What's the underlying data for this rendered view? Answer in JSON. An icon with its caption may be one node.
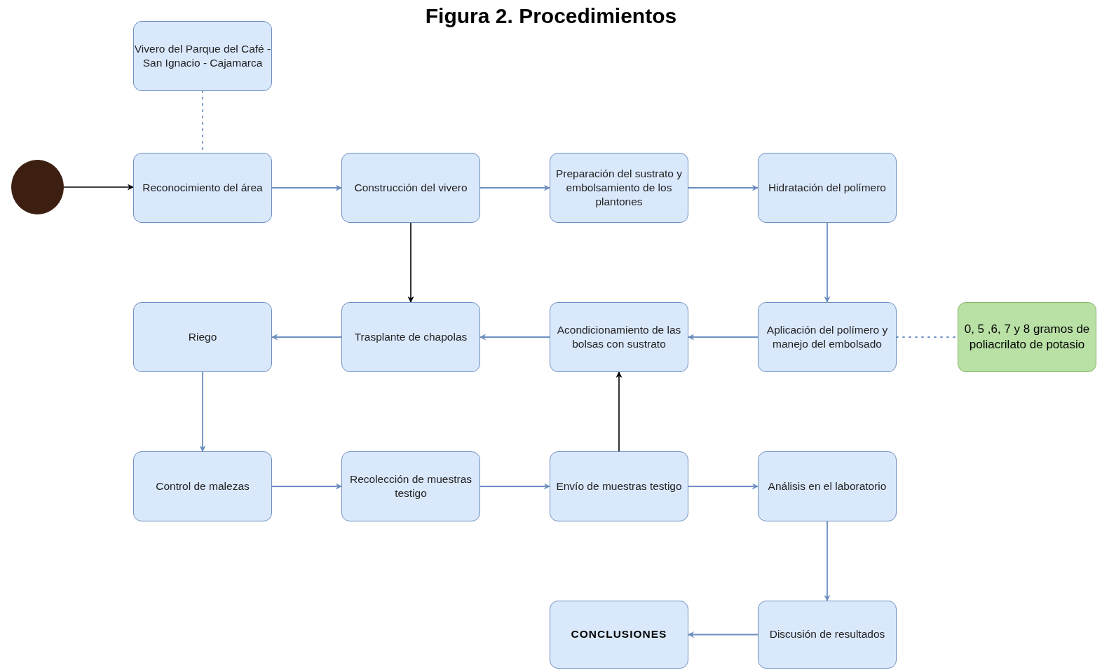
{
  "diagram": {
    "title": "Figura 2. Procedimientos",
    "nodes": [
      {
        "text": [
          "Vivero del Parque del Café - San Ignacio - Cajamarca"
        ]
      },
      {
        "text": [],
        "shape": "circle"
      },
      {
        "text": [
          "Reconocimiento del área"
        ]
      },
      {
        "text": [
          "Construcción del vivero"
        ]
      },
      {
        "text": [
          "Preparación del sustrato y embolsamiento de los plantones"
        ]
      },
      {
        "text": [
          "Hidratación del polímero"
        ]
      },
      {
        "text": [
          "Riego"
        ]
      },
      {
        "text": [
          "Trasplante de chapolas"
        ]
      },
      {
        "text": [
          "Acondicionamiento de las bolsas con sustrato"
        ]
      },
      {
        "text": [
          "Aplicación del polímero y manejo del embolsado"
        ]
      },
      {
        "text": [
          "0, 5 ,6, 7 y 8 gramos de poliacrilato de potasio"
        ]
      },
      {
        "text": [
          "Control de malezas"
        ]
      },
      {
        "text": [
          "Recolección de muestras testigo"
        ]
      },
      {
        "text": [
          "Envío de muestras testigo"
        ]
      },
      {
        "text": [
          "Análisis en el laboratorio"
        ]
      },
      {
        "text": [
          "CONCLUSIONES"
        ]
      },
      {
        "text": [
          "Discusión de resultados"
        ]
      }
    ],
    "edges": [
      {
        "from": 0,
        "to": 2,
        "arrow": "none",
        "style": "dashed"
      },
      {
        "from": 1,
        "to": 2,
        "arrow": "to",
        "color": "#000000"
      },
      {
        "from": 2,
        "to": 3,
        "arrow": "to"
      },
      {
        "from": 3,
        "to": 4,
        "arrow": "to"
      },
      {
        "from": 4,
        "to": 5,
        "arrow": "to"
      },
      {
        "from": 3,
        "to": 7,
        "arrow": "to",
        "color": "#000000"
      },
      {
        "from": 5,
        "to": 9,
        "arrow": "to"
      },
      {
        "from": 9,
        "to": 8,
        "arrow": "to"
      },
      {
        "from": 8,
        "to": 7,
        "arrow": "to"
      },
      {
        "from": 7,
        "to": 6,
        "arrow": "to"
      },
      {
        "from": 9,
        "to": 10,
        "arrow": "none",
        "style": "dashed"
      },
      {
        "from": 6,
        "to": 11,
        "arrow": "to"
      },
      {
        "from": 11,
        "to": 12,
        "arrow": "to"
      },
      {
        "from": 12,
        "to": 13,
        "arrow": "to"
      },
      {
        "from": 13,
        "to": 14,
        "arrow": "to"
      },
      {
        "from": 13,
        "to": 8,
        "arrow": "to",
        "color": "#000000"
      },
      {
        "from": 14,
        "to": 16,
        "arrow": "to"
      },
      {
        "from": 16,
        "to": 15,
        "arrow": "to"
      }
    ]
  }
}
